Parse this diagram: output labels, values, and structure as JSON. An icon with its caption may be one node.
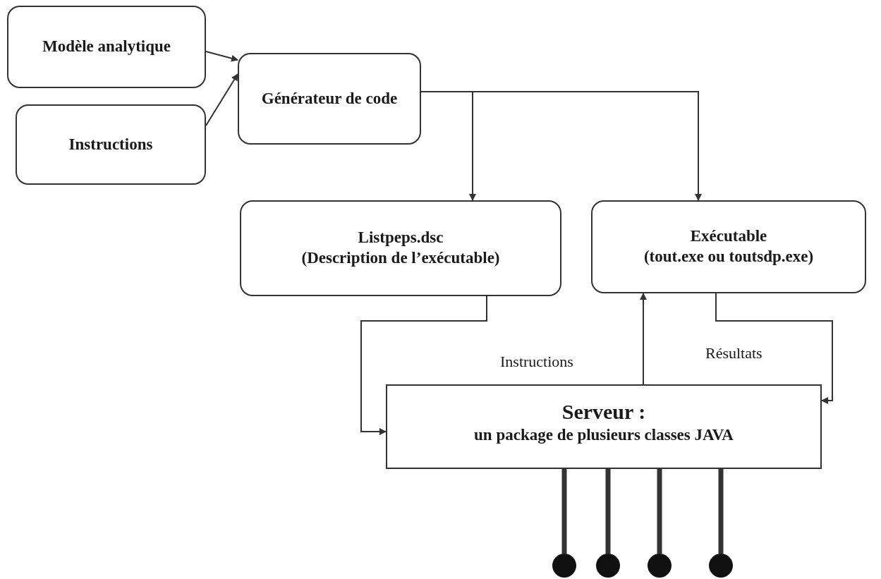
{
  "diagram": {
    "nodes": [
      {
        "text": [
          "Modèle analytique"
        ]
      },
      {
        "text": [
          "Instructions"
        ]
      },
      {
        "text": [
          "Générateur de code"
        ]
      },
      {
        "text": [
          "Listpeps.dsc",
          "(Description de l’exécutable)"
        ]
      },
      {
        "text": [
          "Exécutable",
          "(tout.exe ou toutsdp.exe)"
        ]
      },
      {
        "text": [
          "Serveur :",
          "un package de plusieurs classes JAVA"
        ]
      },
      {
        "text": [],
        "shape": "circle"
      },
      {
        "text": [],
        "shape": "circle"
      },
      {
        "text": [],
        "shape": "circle"
      },
      {
        "text": [],
        "shape": "circle"
      }
    ],
    "edges": [
      {
        "from": 0,
        "to": 2,
        "arrow": "to"
      },
      {
        "from": 1,
        "to": 2,
        "arrow": "to"
      },
      {
        "from": 2,
        "to": 3,
        "arrow": "to"
      },
      {
        "from": 2,
        "to": 4,
        "arrow": "to"
      },
      {
        "from": 3,
        "to": 5,
        "arrow": "to"
      },
      {
        "from": 5,
        "to": 4,
        "arrow": "to",
        "label": "Instructions"
      },
      {
        "from": 4,
        "to": 5,
        "arrow": "to",
        "label": "Résultats"
      },
      {
        "from": 5,
        "to": 6,
        "arrow": "none",
        "style": "thick"
      },
      {
        "from": 5,
        "to": 7,
        "arrow": "none",
        "style": "thick"
      },
      {
        "from": 5,
        "to": 8,
        "arrow": "none",
        "style": "thick"
      },
      {
        "from": 5,
        "to": 9,
        "arrow": "none",
        "style": "thick"
      }
    ]
  }
}
